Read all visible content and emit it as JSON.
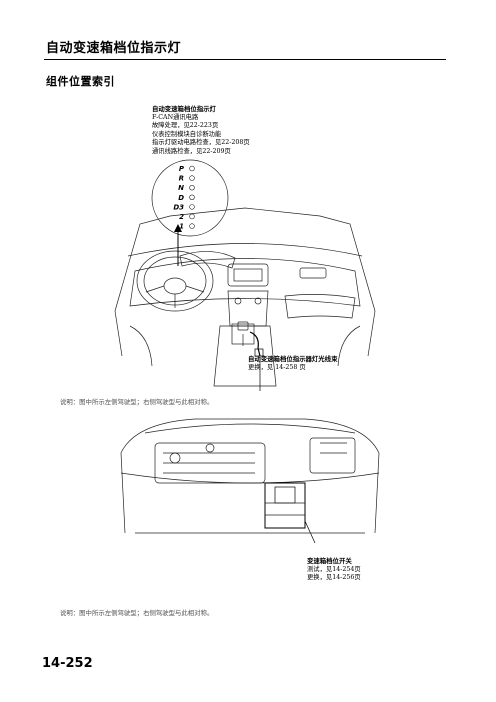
{
  "header": {
    "title": "自动变速箱档位指示灯",
    "subtitle": "组件位置索引"
  },
  "figure1": {
    "callout_top": {
      "heading": "自动变速箱档位指示灯",
      "lines": [
        "F-CAN通讯电路",
        "故障处理，见22-223页",
        "仪表控制模块自诊断功能",
        "指示灯驱动电路检查，见22-208页",
        "通讯线路检查，见22-209页"
      ]
    },
    "gear_positions": [
      "P",
      "R",
      "N",
      "D",
      "D3",
      "2",
      "1"
    ],
    "callout_bottom": {
      "heading": "自动变速箱档位指示器灯光线束",
      "lines": [
        "更换，见 14-258 页"
      ]
    }
  },
  "note1": "说明：图中所示左侧驾驶型；右侧驾驶型与此相对称。",
  "figure2": {
    "callout": {
      "heading": "变速箱档位开关",
      "lines": [
        "测试，见14-254页",
        "更换，见14-256页"
      ]
    }
  },
  "note2": "说明：图中所示左侧驾驶型；右侧驾驶型与此相对称。",
  "footer": {
    "page_number": "14-252"
  }
}
